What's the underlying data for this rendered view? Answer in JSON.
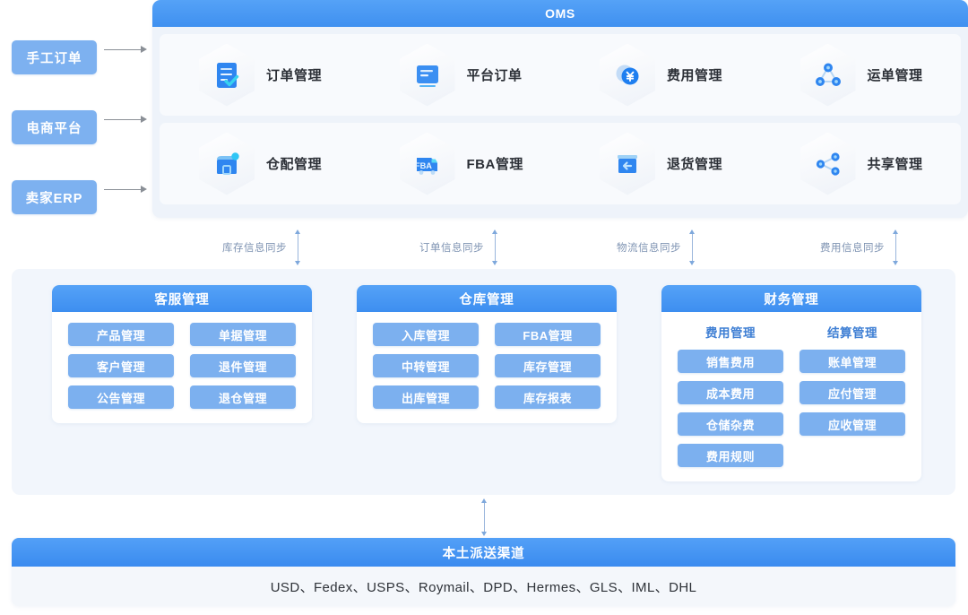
{
  "sources": {
    "items": [
      {
        "label": "手工订单"
      },
      {
        "label": "电商平台"
      },
      {
        "label": "卖家ERP"
      }
    ]
  },
  "oms": {
    "title": "OMS",
    "rows": [
      {
        "cells": [
          {
            "label": "订单管理",
            "icon": "order-document-check-icon"
          },
          {
            "label": "平台订单",
            "icon": "platform-order-list-icon"
          },
          {
            "label": "费用管理",
            "icon": "yen-coin-icon"
          },
          {
            "label": "运单管理",
            "icon": "waybill-network-icon"
          }
        ]
      },
      {
        "cells": [
          {
            "label": "仓配管理",
            "icon": "warehouse-house-icon"
          },
          {
            "label": "FBA管理",
            "icon": "fba-truck-icon"
          },
          {
            "label": "退货管理",
            "icon": "return-arrow-icon"
          },
          {
            "label": "共享管理",
            "icon": "share-nodes-icon"
          }
        ]
      }
    ]
  },
  "sync": {
    "items": [
      {
        "label": "库存信息同步"
      },
      {
        "label": "订单信息同步"
      },
      {
        "label": "物流信息同步"
      },
      {
        "label": "费用信息同步"
      }
    ]
  },
  "modules": [
    {
      "title": "客服管理",
      "columns": [
        {
          "header": "",
          "items": [
            "产品管理",
            "客户管理",
            "公告管理"
          ]
        },
        {
          "header": "",
          "items": [
            "单据管理",
            "退件管理",
            "退仓管理"
          ]
        }
      ]
    },
    {
      "title": "仓库管理",
      "columns": [
        {
          "header": "",
          "items": [
            "入库管理",
            "中转管理",
            "出库管理"
          ]
        },
        {
          "header": "",
          "items": [
            "FBA管理",
            "库存管理",
            "库存报表"
          ]
        }
      ]
    },
    {
      "title": "财务管理",
      "columns": [
        {
          "header": "费用管理",
          "items": [
            "销售费用",
            "成本费用",
            "仓储杂费",
            "费用规则"
          ]
        },
        {
          "header": "结算管理",
          "items": [
            "账单管理",
            "应付管理",
            "应收管理"
          ]
        }
      ]
    }
  ],
  "bottom": {
    "title": "本土派送渠道",
    "carriers": "USD、Fedex、USPS、Roymail、DPD、Hermes、GLS、IML、DHL"
  },
  "colors": {
    "accent_blue": "#4a9af5",
    "header_blue": "#3f90f0",
    "pill_blue": "#7cb0ef",
    "chip_blue": "#7db1f0",
    "panel_bg": "#f2f6fc",
    "oms_bg": "#eef3fa",
    "sync_text": "#7e93b2",
    "arrow_gray": "#8a8f96"
  }
}
